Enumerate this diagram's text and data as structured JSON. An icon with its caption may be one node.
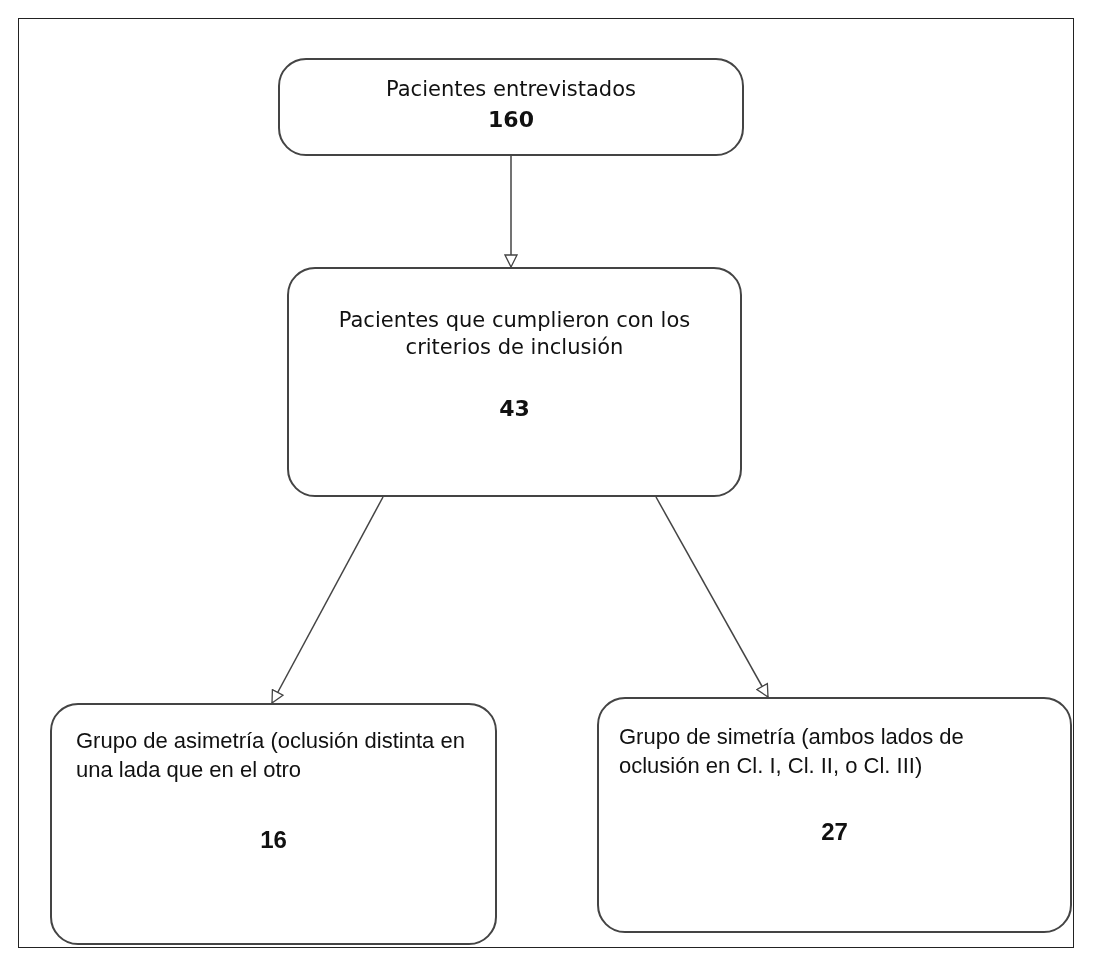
{
  "diagram": {
    "nodes": [
      {
        "text": [
          "Pacientes entrevistados",
          "160"
        ]
      },
      {
        "text": [
          "Pacientes que cumplieron con los criterios de inclusión",
          "43"
        ]
      },
      {
        "text": [
          "Grupo de asimetría (oclusión distinta en una lada que en el otro",
          "16"
        ]
      },
      {
        "text": [
          "Grupo de simetría (ambos lados de oclusión en Cl. I, Cl. II, o Cl. III)",
          "27"
        ]
      }
    ],
    "edges": [
      {
        "from": 0,
        "to": 1,
        "arrow": "to"
      },
      {
        "from": 1,
        "to": 2,
        "arrow": "to"
      },
      {
        "from": 1,
        "to": 3,
        "arrow": "to"
      }
    ]
  }
}
